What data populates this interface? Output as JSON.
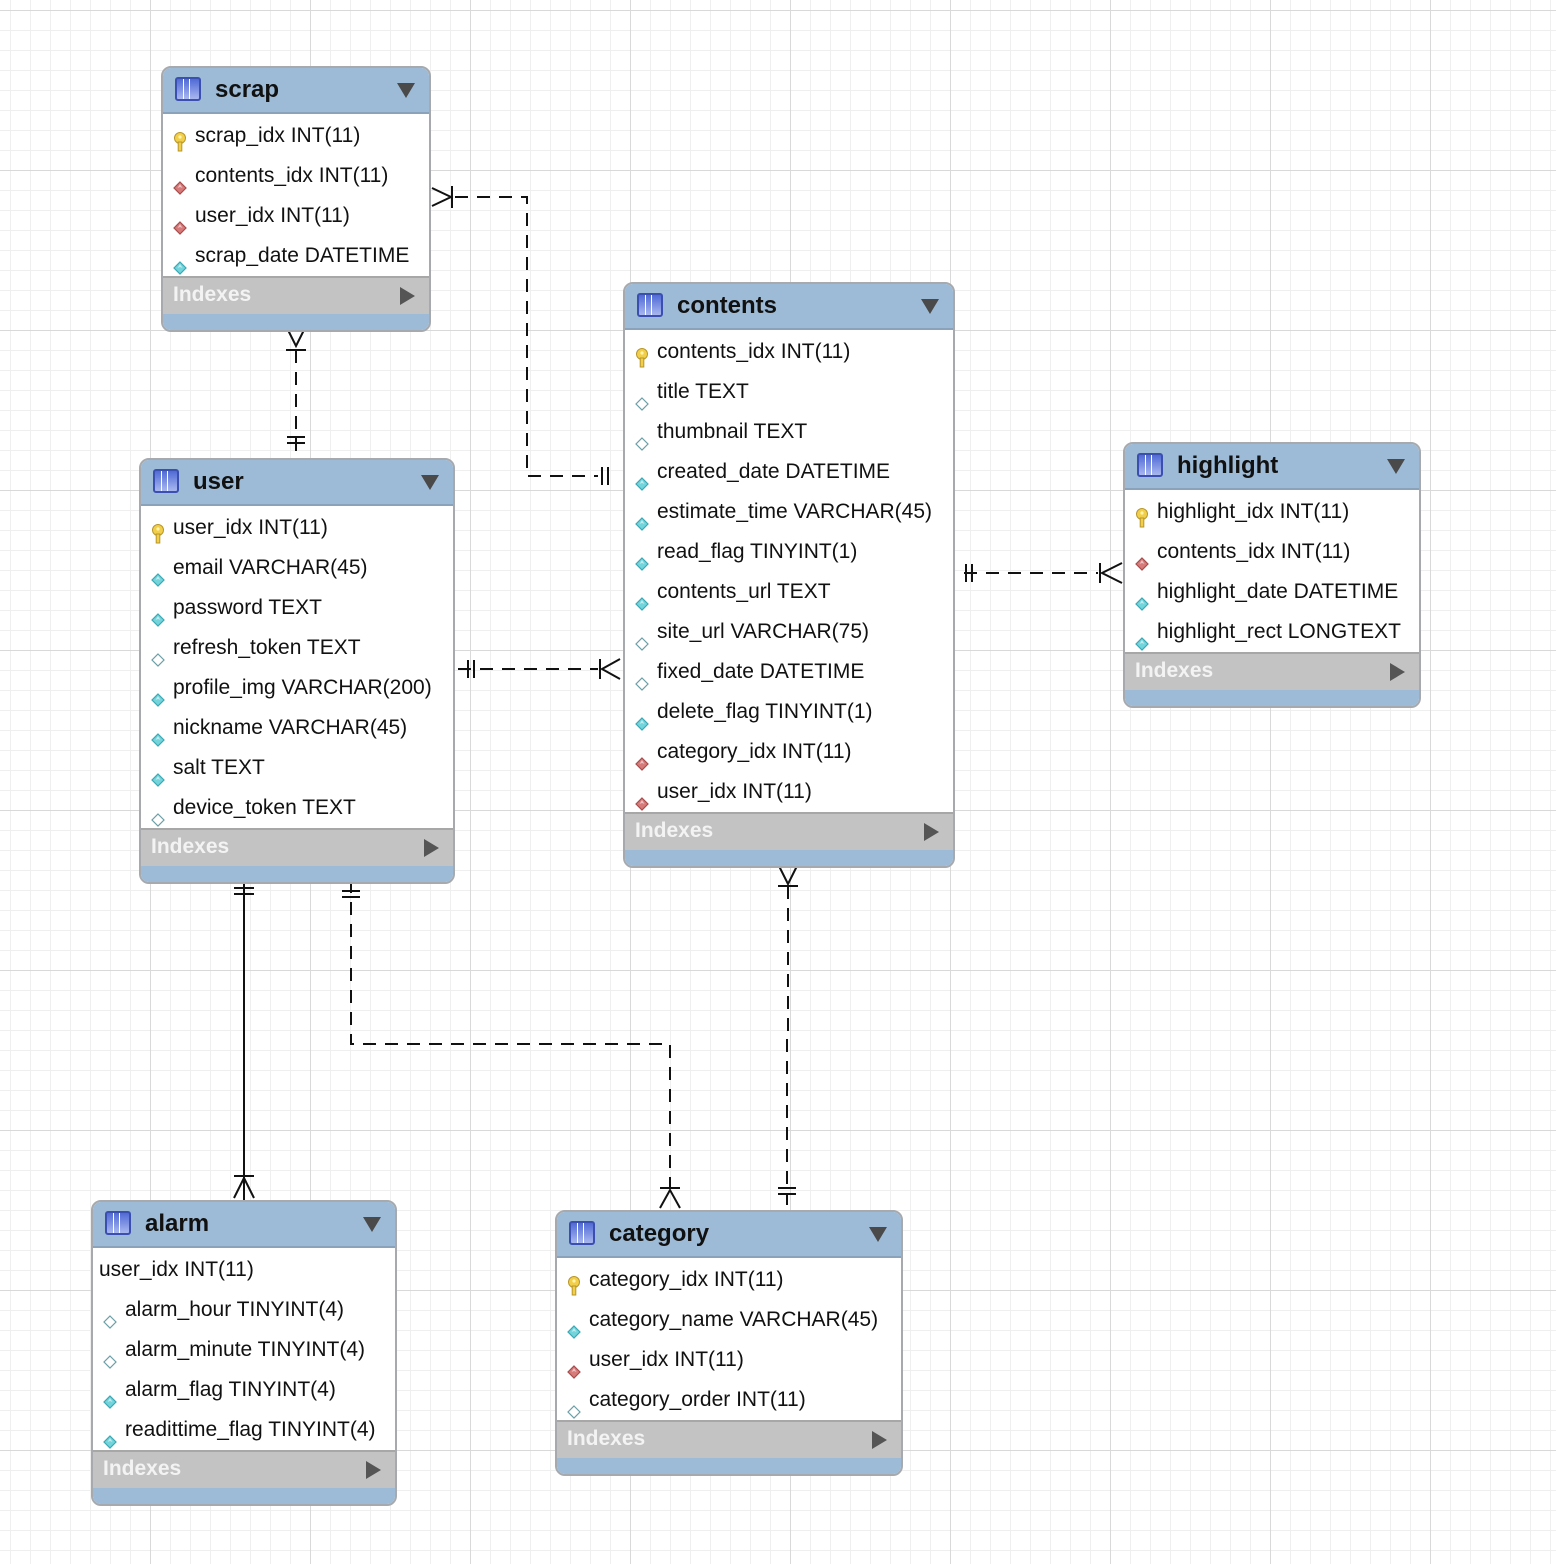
{
  "tables": {
    "scrap": {
      "name": "scrap",
      "columns": [
        {
          "text": "scrap_idx INT(11)",
          "icon": "primary-key-icon"
        },
        {
          "text": "contents_idx INT(11)",
          "icon": "foreign-key-icon"
        },
        {
          "text": "user_idx INT(11)",
          "icon": "foreign-key-icon"
        },
        {
          "text": "scrap_date DATETIME",
          "icon": "not-null-column-icon"
        }
      ],
      "indexes_label": "Indexes"
    },
    "contents": {
      "name": "contents",
      "columns": [
        {
          "text": "contents_idx INT(11)",
          "icon": "primary-key-icon"
        },
        {
          "text": "title TEXT",
          "icon": "nullable-column-icon"
        },
        {
          "text": "thumbnail TEXT",
          "icon": "nullable-column-icon"
        },
        {
          "text": "created_date DATETIME",
          "icon": "not-null-column-icon"
        },
        {
          "text": "estimate_time VARCHAR(45)",
          "icon": "not-null-column-icon"
        },
        {
          "text": "read_flag TINYINT(1)",
          "icon": "not-null-column-icon"
        },
        {
          "text": "contents_url TEXT",
          "icon": "not-null-column-icon"
        },
        {
          "text": "site_url VARCHAR(75)",
          "icon": "nullable-column-icon"
        },
        {
          "text": "fixed_date DATETIME",
          "icon": "nullable-column-icon"
        },
        {
          "text": "delete_flag TINYINT(1)",
          "icon": "not-null-column-icon"
        },
        {
          "text": "category_idx INT(11)",
          "icon": "foreign-key-icon"
        },
        {
          "text": "user_idx INT(11)",
          "icon": "foreign-key-icon"
        }
      ],
      "indexes_label": "Indexes"
    },
    "highlight": {
      "name": "highlight",
      "columns": [
        {
          "text": "highlight_idx INT(11)",
          "icon": "primary-key-icon"
        },
        {
          "text": "contents_idx INT(11)",
          "icon": "foreign-key-icon"
        },
        {
          "text": "highlight_date DATETIME",
          "icon": "not-null-column-icon"
        },
        {
          "text": "highlight_rect LONGTEXT",
          "icon": "not-null-column-icon"
        }
      ],
      "indexes_label": "Indexes"
    },
    "user": {
      "name": "user",
      "columns": [
        {
          "text": "user_idx INT(11)",
          "icon": "primary-key-icon"
        },
        {
          "text": "email VARCHAR(45)",
          "icon": "not-null-column-icon"
        },
        {
          "text": "password TEXT",
          "icon": "not-null-column-icon"
        },
        {
          "text": "refresh_token TEXT",
          "icon": "nullable-column-icon"
        },
        {
          "text": "profile_img VARCHAR(200)",
          "icon": "not-null-column-icon"
        },
        {
          "text": "nickname VARCHAR(45)",
          "icon": "not-null-column-icon"
        },
        {
          "text": "salt TEXT",
          "icon": "not-null-column-icon"
        },
        {
          "text": "device_token TEXT",
          "icon": "nullable-column-icon"
        }
      ],
      "indexes_label": "Indexes"
    },
    "alarm": {
      "name": "alarm",
      "columns": [
        {
          "text": "user_idx INT(11)",
          "icon": "none"
        },
        {
          "text": "alarm_hour TINYINT(4)",
          "icon": "nullable-column-icon"
        },
        {
          "text": "alarm_minute TINYINT(4)",
          "icon": "nullable-column-icon"
        },
        {
          "text": "alarm_flag TINYINT(4)",
          "icon": "not-null-column-icon"
        },
        {
          "text": "readittime_flag TINYINT(4)",
          "icon": "not-null-column-icon"
        }
      ],
      "indexes_label": "Indexes"
    },
    "category": {
      "name": "category",
      "columns": [
        {
          "text": "category_idx INT(11)",
          "icon": "primary-key-icon"
        },
        {
          "text": "category_name VARCHAR(45)",
          "icon": "not-null-column-icon"
        },
        {
          "text": "user_idx INT(11)",
          "icon": "foreign-key-icon"
        },
        {
          "text": "category_order INT(11)",
          "icon": "nullable-column-icon"
        }
      ],
      "indexes_label": "Indexes"
    }
  },
  "relationships": [
    {
      "from": "contents",
      "to": "scrap",
      "identifying": false,
      "from_cardinality": "one-and-only-one",
      "to_cardinality": "one-or-many"
    },
    {
      "from": "user",
      "to": "scrap",
      "identifying": false,
      "from_cardinality": "one-and-only-one",
      "to_cardinality": "one-or-many"
    },
    {
      "from": "user",
      "to": "contents",
      "identifying": false,
      "from_cardinality": "one-and-only-one",
      "to_cardinality": "one-or-many"
    },
    {
      "from": "contents",
      "to": "highlight",
      "identifying": false,
      "from_cardinality": "one-and-only-one",
      "to_cardinality": "one-or-many"
    },
    {
      "from": "user",
      "to": "alarm",
      "identifying": true,
      "from_cardinality": "one-and-only-one",
      "to_cardinality": "one-or-many"
    },
    {
      "from": "user",
      "to": "category",
      "identifying": false,
      "from_cardinality": "one-and-only-one",
      "to_cardinality": "one-or-many"
    },
    {
      "from": "category",
      "to": "contents",
      "identifying": false,
      "from_cardinality": "one-and-only-one",
      "to_cardinality": "one-or-many"
    }
  ],
  "colors": {
    "header": "#9dbbd6",
    "indexes_bar": "#c3c3c3",
    "primary_key": "#f2cf4a",
    "foreign_key": "#d77a7a",
    "not_null_column": "#73d4dc",
    "nullable_column": "#ffffff"
  }
}
